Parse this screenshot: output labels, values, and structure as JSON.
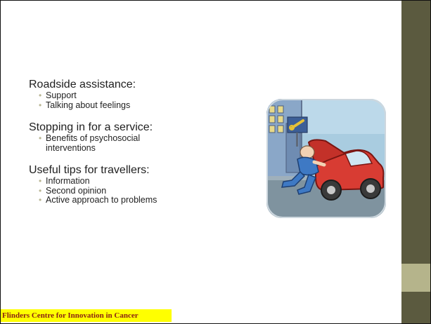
{
  "slide": {
    "sections": [
      {
        "heading": "Roadside assistance:",
        "bullets": [
          "Support",
          "Talking about feelings"
        ]
      },
      {
        "heading": "Stopping in for a service:",
        "bullets": [
          "Benefits of psychosocial interventions"
        ]
      },
      {
        "heading": "Useful tips for travellers:",
        "bullets": [
          "Information",
          "Second opinion",
          "Active approach to problems"
        ]
      }
    ],
    "footer": "Flinders Centre for Innovation in Cancer",
    "illustration": "mechanic-repairing-car-illustration"
  },
  "colors": {
    "band": "#5b5a3f",
    "band_accent": "#b5b48b",
    "footer_bg": "#ffff00",
    "footer_text": "#8a1f12",
    "bullet": "#b9b694"
  }
}
